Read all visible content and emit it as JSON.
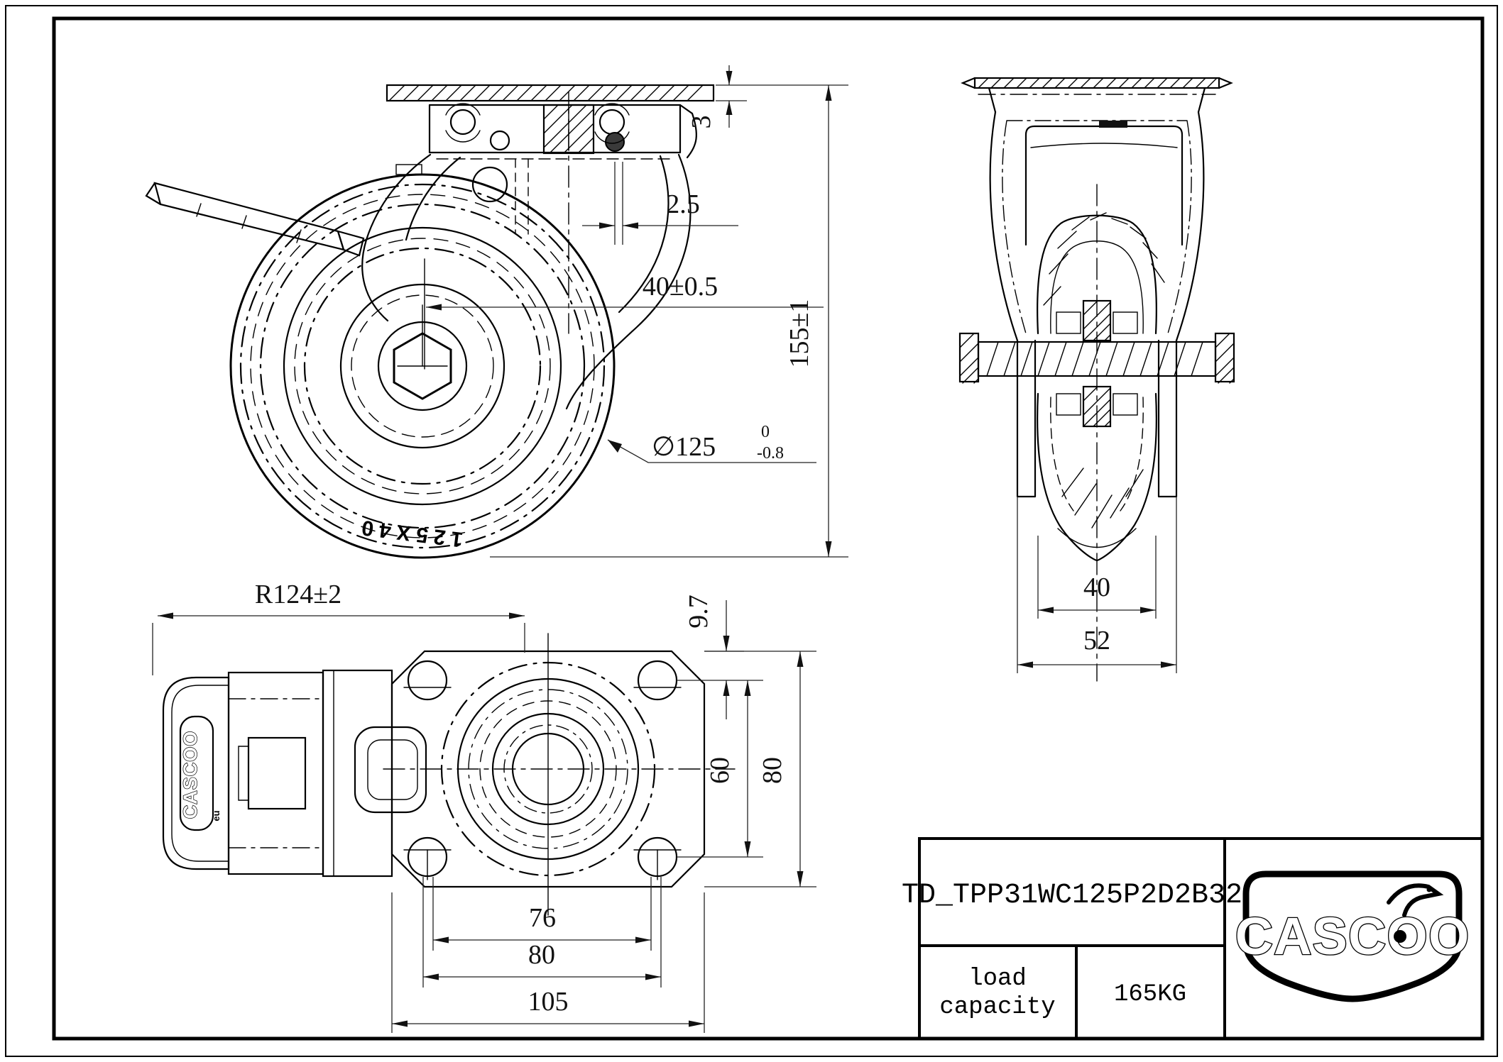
{
  "sheet": {
    "background": "#ffffff",
    "line_color": "#000000"
  },
  "side_view": {
    "dim_plate_thickness": "3",
    "dim_offset_small": "2.5",
    "dim_swivel_offset": "40±0.5",
    "dim_total_height": "155±1",
    "dim_wheel_diameter": "∅125",
    "dim_wheel_diameter_tol_upper": "0",
    "dim_wheel_diameter_tol_lower": "-0.8",
    "wheel_marking": "125X40"
  },
  "front_view": {
    "dim_tread_width": "40",
    "dim_hub_width": "52"
  },
  "top_view": {
    "dim_swing_radius": "R124±2",
    "dim_hole_edge_offset": "9.7",
    "dim_hole_spacing_vertical": "60",
    "dim_plate_depth": "80",
    "dim_hole_spacing_inner": "76",
    "dim_hole_spacing_outer": "80",
    "dim_plate_width": "105",
    "pedal_brand": "CASCOO",
    "pedal_small_text": "eu"
  },
  "title_block": {
    "part_number": "TD_TPP31WC125P2D2B32",
    "load_capacity_label_line1": "load",
    "load_capacity_label_line2": "capacity",
    "load_capacity_value": "165KG",
    "brand": "CASCOO"
  }
}
